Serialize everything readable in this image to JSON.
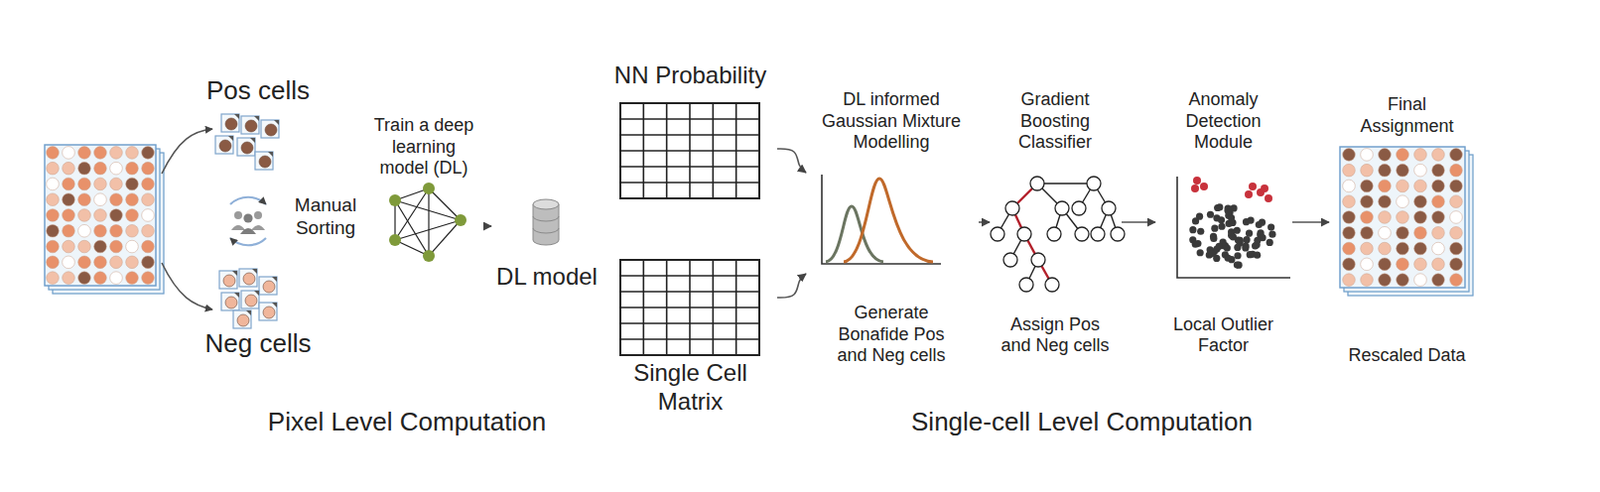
{
  "diagram": {
    "nodes": [
      {
        "text": [
          "Pos cells"
        ]
      },
      {
        "text": [
          "Neg cells"
        ]
      },
      {
        "text": [
          "Train a deep learning model (DL)"
        ]
      },
      {
        "text": [
          "DL model"
        ]
      },
      {
        "text": [
          "NN Probability"
        ]
      },
      {
        "text": [
          "Single Cell Matrix"
        ]
      },
      {
        "text": [
          "DL informed Gaussian Mixture Modelling",
          "Generate Bonafide Pos and Neg cells"
        ]
      },
      {
        "text": [
          "Gradient Boosting Classifier",
          "Assign Pos and Neg cells"
        ]
      },
      {
        "text": [
          "Anomaly Detection Module",
          "Local Outlier Factor"
        ]
      },
      {
        "text": [
          "Final Assignment",
          "Rescaled Data"
        ]
      }
    ],
    "edges": [
      {
        "from": 2,
        "to": 3,
        "arrow": "to"
      },
      {
        "from": 4,
        "to": 6,
        "arrow": "to"
      },
      {
        "from": 5,
        "to": 6,
        "arrow": "to"
      },
      {
        "from": 6,
        "to": 7,
        "arrow": "to"
      },
      {
        "from": 7,
        "to": 8,
        "arrow": "to"
      },
      {
        "from": 8,
        "to": 9,
        "arrow": "to"
      }
    ],
    "labels": [
      "Manual Sorting",
      "Pixel Level Computation",
      "Single-cell Level Computation"
    ]
  }
}
